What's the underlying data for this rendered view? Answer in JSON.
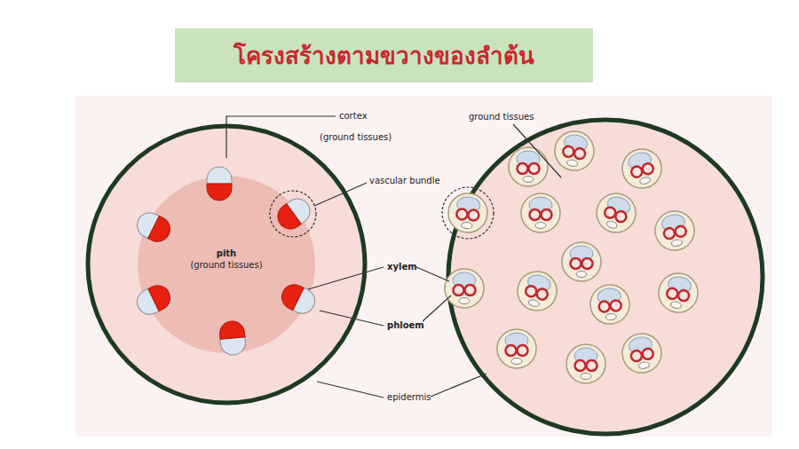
{
  "diagram": {
    "title": "โครงสร้างตามขวางของลำต้น",
    "nodes": [
      {
        "text": [
          "pith",
          "(ground tissues)"
        ]
      }
    ],
    "labels": [
      "cortex",
      "(ground tissues)",
      "vascular bundle",
      "xylem",
      "phloem",
      "epidermis",
      "ground tissues"
    ]
  }
}
